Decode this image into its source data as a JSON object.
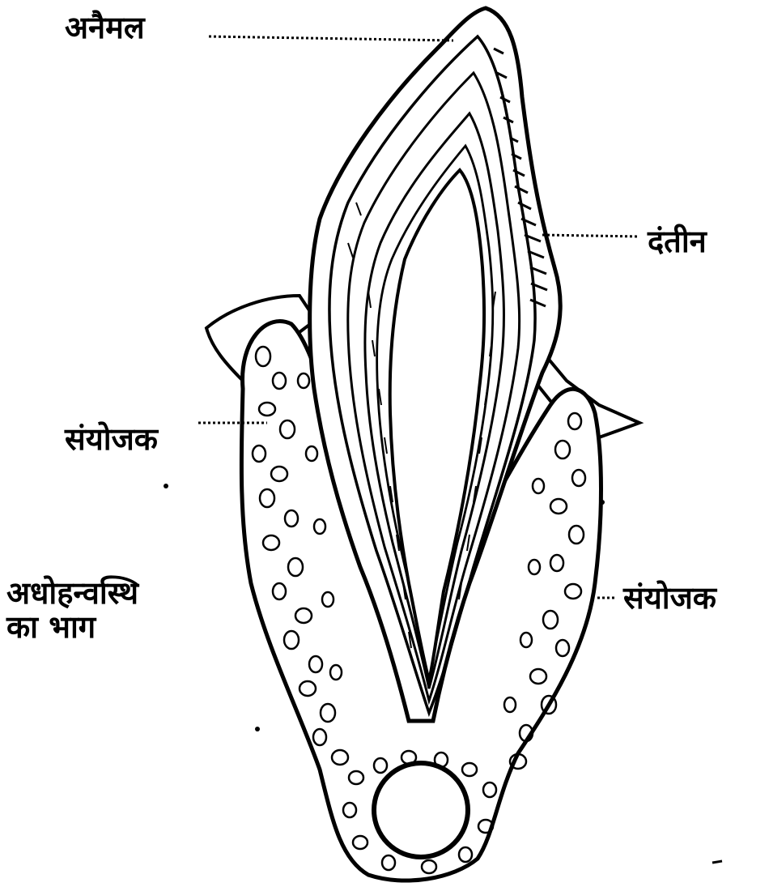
{
  "labels": {
    "enamel": "अनैमल",
    "dentine": "दंतीन",
    "connective_left": "संयोजक",
    "connective_right": "संयोजक",
    "mandible_line1": "अधोहन्वस्थि",
    "mandible_line2": "का भाग"
  },
  "colors": {
    "ink": "#000000",
    "paper": "#ffffff"
  }
}
